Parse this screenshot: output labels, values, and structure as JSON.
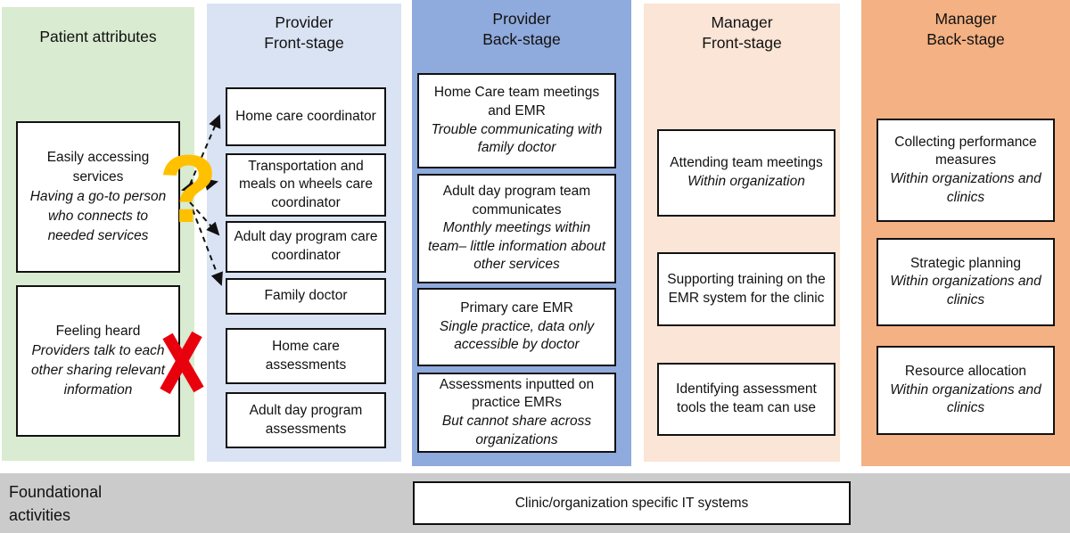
{
  "columns": [
    {
      "header": [
        "Patient attributes"
      ],
      "boxes": [
        {
          "main": "Easily accessing services",
          "note": "Having a go-to person who connects to needed services"
        },
        {
          "main": "Feeling heard",
          "note": "Providers talk to each other sharing relevant information"
        }
      ]
    },
    {
      "header": [
        "Provider",
        "Front-stage"
      ],
      "boxes": [
        {
          "main": "Home care coordinator"
        },
        {
          "main": "Transportation and meals on wheels care coordinator"
        },
        {
          "main": "Adult day program care coordinator"
        },
        {
          "main": "Family doctor"
        },
        {
          "main": "Home care assessments"
        },
        {
          "main": "Adult day program assessments"
        }
      ]
    },
    {
      "header": [
        "Provider",
        "Back-stage"
      ],
      "boxes": [
        {
          "main": "Home Care team meetings and EMR",
          "note": "Trouble communicating with family doctor"
        },
        {
          "main": "Adult day program team communicates",
          "note": "Monthly meetings within team– little information about other services"
        },
        {
          "main": "Primary care EMR",
          "note": "Single practice, data only accessible by doctor"
        },
        {
          "main": "Assessments inputted on practice EMRs",
          "note": "But cannot share across organizations"
        }
      ]
    },
    {
      "header": [
        "Manager",
        "Front-stage"
      ],
      "boxes": [
        {
          "main": "Attending team meetings",
          "note": "Within organization"
        },
        {
          "main": "Supporting training on the EMR system for the clinic"
        },
        {
          "main": "Identifying assessment tools the team can use"
        }
      ]
    },
    {
      "header": [
        "Manager",
        "Back-stage"
      ],
      "boxes": [
        {
          "main": "Collecting performance measures",
          "note": "Within organizations and clinics"
        },
        {
          "main": "Strategic planning",
          "note": "Within organizations and clinics"
        },
        {
          "main": "Resource allocation",
          "note": "Within organizations and clinics"
        }
      ]
    }
  ],
  "foundational": {
    "label": [
      "Foundational",
      "activities"
    ],
    "it_box": "Clinic/organization specific IT systems"
  },
  "annotations": {
    "question_mark": "?"
  },
  "colors": {
    "patient_bg": "#D9EBD0",
    "provider_front_bg": "#DAE3F3",
    "provider_back_bg": "#8FAADC",
    "manager_front_bg": "#FBE5D6",
    "manager_back_bg": "#F4B183",
    "foundation_bg": "#CBCBCB",
    "question_mark": "#FFC000",
    "cross": "#E8000D",
    "arrow": "#111111"
  }
}
